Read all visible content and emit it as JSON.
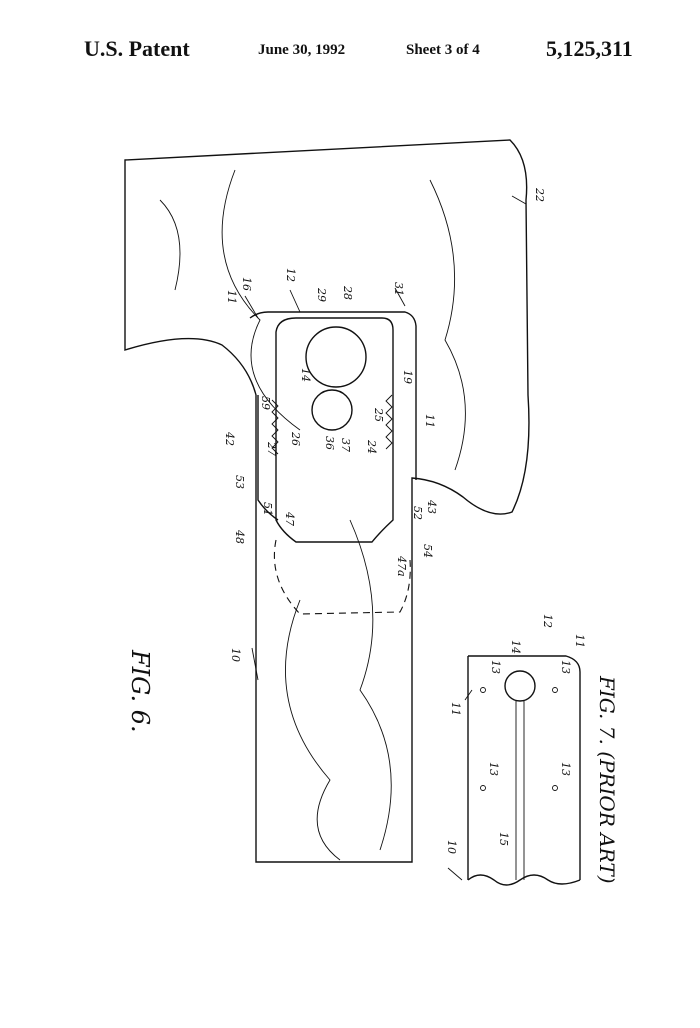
{
  "header": {
    "left": "U.S. Patent",
    "date": "June 30, 1992",
    "sheet": "Sheet 3 of 4",
    "number": "5,125,311"
  },
  "fig6": {
    "caption": "FIG. 6.",
    "refs": [
      "10",
      "11",
      "12",
      "16",
      "22",
      "24",
      "25",
      "26",
      "27",
      "28",
      "29",
      "31",
      "14",
      "19",
      "36",
      "37",
      "42",
      "43",
      "47",
      "47a",
      "48",
      "51",
      "52",
      "53",
      "54",
      "59",
      "11"
    ]
  },
  "fig7": {
    "caption": "FIG. 7. (PRIOR ART)",
    "refs": [
      "10",
      "11",
      "11",
      "12",
      "13",
      "13",
      "13",
      "13",
      "14",
      "15"
    ]
  }
}
